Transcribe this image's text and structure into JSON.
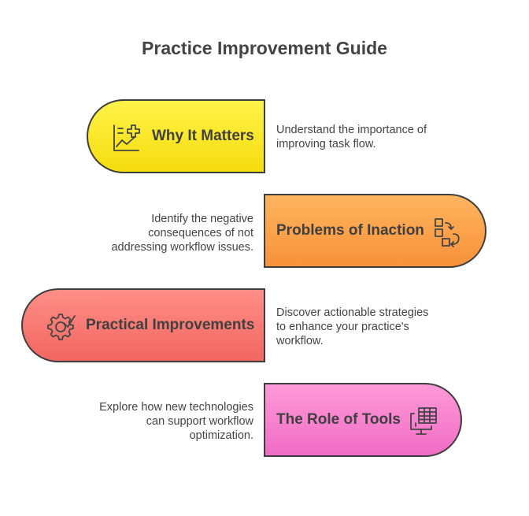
{
  "title": "Practice Improvement Guide",
  "steps": [
    {
      "label": "Why It Matters",
      "icon": "chart-plus-icon",
      "color_top": "#fff34a",
      "color_bottom": "#f5dc0d",
      "description_lines": [
        "Understand the importance of",
        "improving task flow."
      ]
    },
    {
      "label": "Problems of Inaction",
      "icon": "workflow-arrows-icon",
      "color_top": "#ffb45e",
      "color_bottom": "#f7923a",
      "description_lines": [
        "Identify the negative",
        "consequences of not",
        "addressing workflow issues."
      ]
    },
    {
      "label": "Practical Improvements",
      "icon": "gear-check-icon",
      "color_top": "#ff8e88",
      "color_bottom": "#f26660",
      "description_lines": [
        "Discover actionable strategies",
        "to enhance your practice's",
        "workflow."
      ]
    },
    {
      "label": "The Role of Tools",
      "icon": "computer-table-icon",
      "color_top": "#ff9ad8",
      "color_bottom": "#f06cc6",
      "description_lines": [
        "Explore how new technologies",
        "can support workflow",
        "optimization."
      ]
    }
  ]
}
